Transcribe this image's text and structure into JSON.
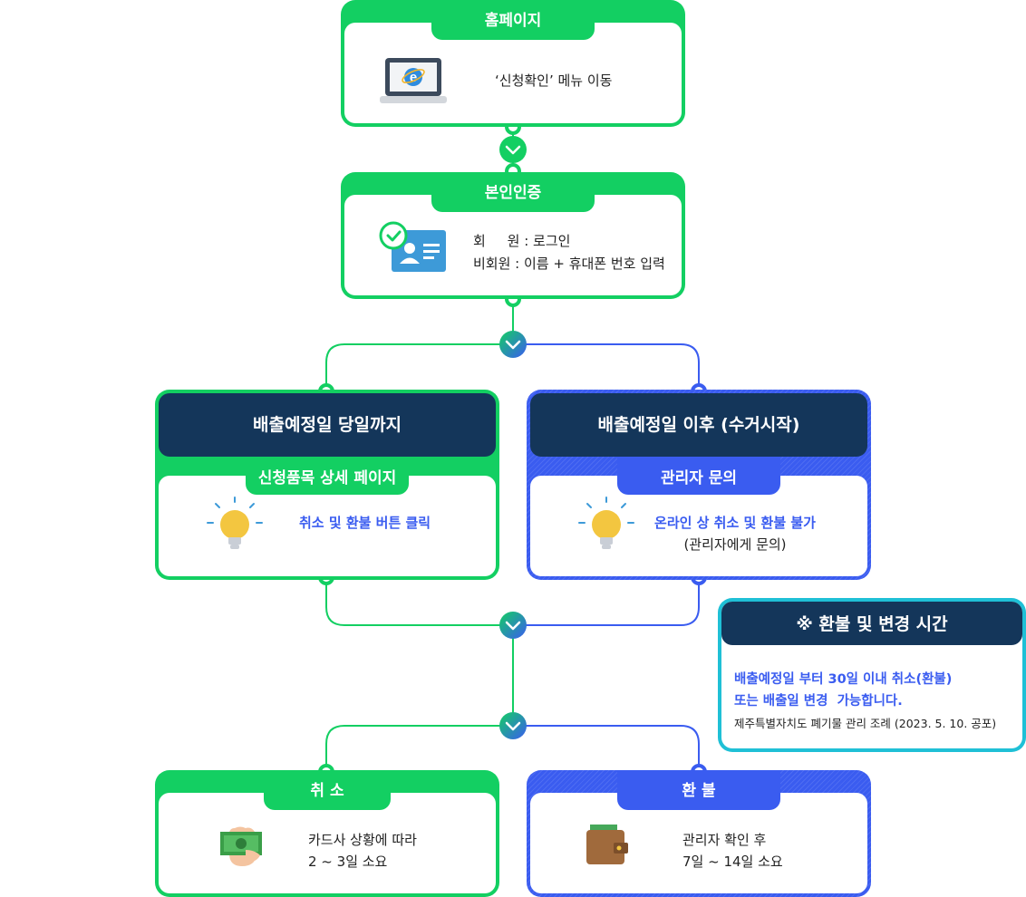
{
  "steps": {
    "homepage": {
      "title": "홈페이지",
      "text": "‘신청확인’ 메뉴 이동"
    },
    "verify": {
      "title": "본인인증",
      "member": "회     원 : 로그인",
      "nonmember": "비회원 : 이름 + 휴대폰 번호 입력"
    },
    "before": {
      "heading": "배출예정일 당일까지",
      "title": "신청품목 상세 페이지",
      "text": "취소 및 환불 버튼 클릭"
    },
    "after": {
      "heading": "배출예정일 이후 (수거시작)",
      "title": "관리자 문의",
      "text1": "온라인 상 취소 및 환불 불가",
      "text2": "(관리자에게 문의)"
    },
    "cancel": {
      "title": "취 소",
      "line1": "카드사 상황에 따라",
      "line2": "2 ~ 3일 소요"
    },
    "refund": {
      "title": "환 불",
      "line1": "관리자 확인 후",
      "line2": "7일 ~ 14일 소요"
    }
  },
  "notice": {
    "title": "※ 환불 및 변경 시간",
    "line1": "배출예정일 부터 30일 이내 취소(환불)",
    "line2": "또는 배출일 변경  가능합니다.",
    "line3": "제주특별자치도 폐기물 관리 조례 (2023. 5. 10. 공포)"
  },
  "icons": [
    "laptop-ie-icon",
    "id-card-check-icon",
    "lightbulb-icon",
    "cash-hand-icon",
    "wallet-icon",
    "chevron-down-icon"
  ],
  "colors": {
    "green": "#13cf62",
    "blue": "#3a5cf0",
    "navy": "#14365a",
    "cyan": "#1fc0d6"
  }
}
